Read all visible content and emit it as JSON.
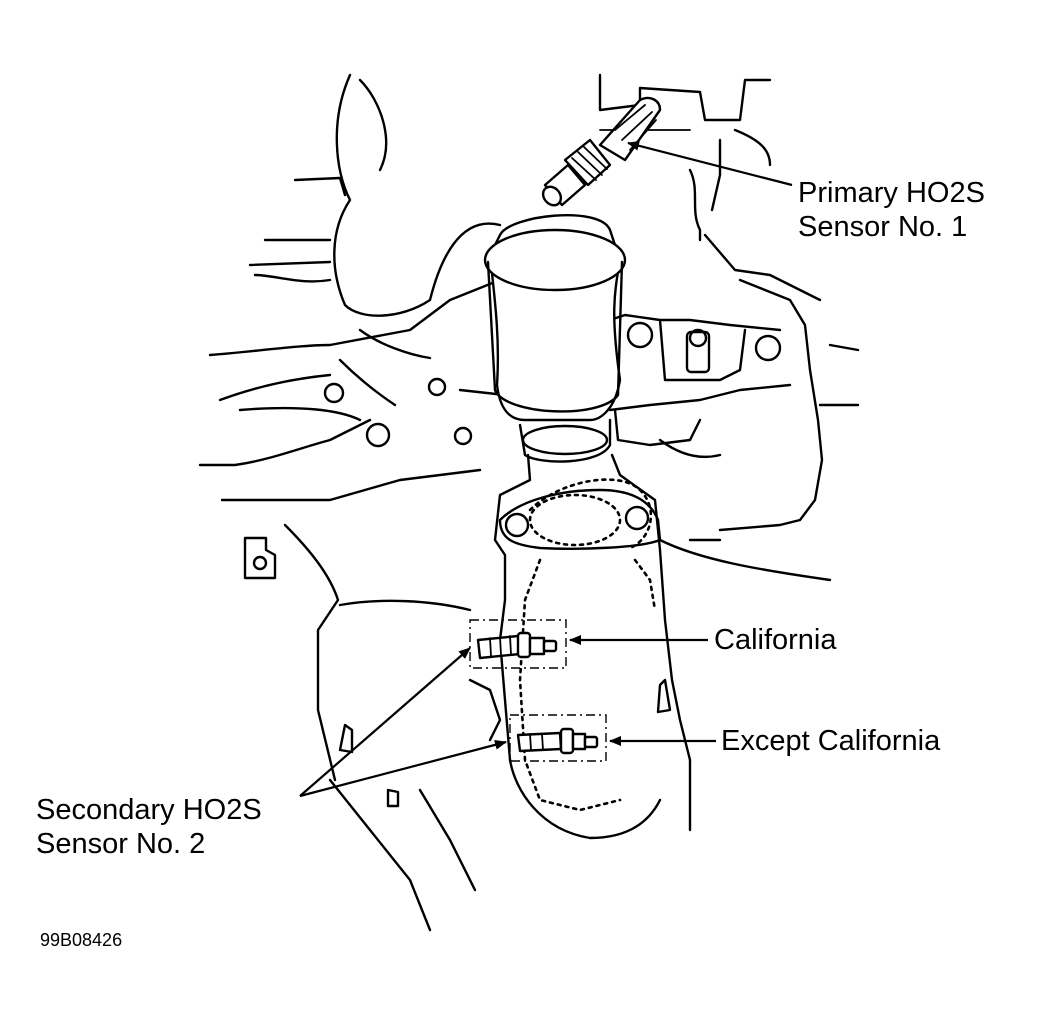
{
  "labels": {
    "primary_line1": "Primary HO2S",
    "primary_line2": "Sensor No. 1",
    "california": "California",
    "except_california": "Except California",
    "secondary_line1": "Secondary HO2S",
    "secondary_line2": "Sensor No. 2",
    "figure_code": "99B08426"
  }
}
